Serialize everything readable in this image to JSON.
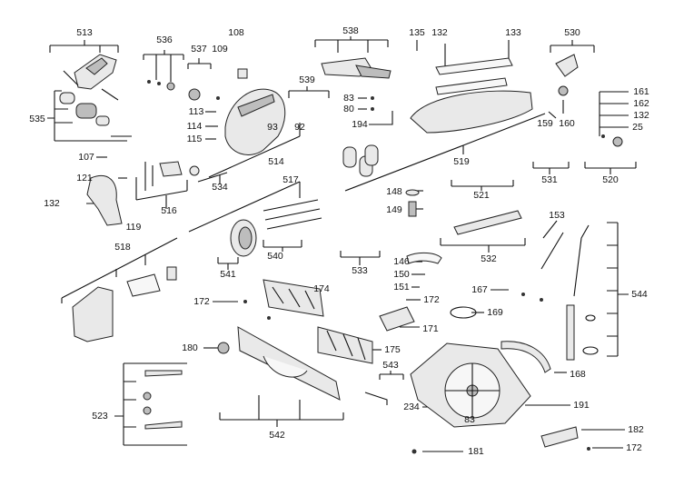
{
  "diagram": {
    "part_labels": {
      "p513": "513",
      "p536": "536",
      "p537": "537",
      "p108": "108",
      "p109": "109",
      "p538": "538",
      "p135": "135",
      "p132a": "132",
      "p133": "133",
      "p530": "530",
      "p535": "535",
      "p113": "113",
      "p539": "539",
      "p83a": "83",
      "p80": "80",
      "p114": "114",
      "p93": "93",
      "p92": "92",
      "p194": "194",
      "p115": "115",
      "p159": "159",
      "p160": "160",
      "p161": "161",
      "p162": "162",
      "p132b": "132",
      "p25": "25",
      "p107": "107",
      "p514": "514",
      "p519": "519",
      "p121": "121",
      "p517": "517",
      "p534": "534",
      "p531": "531",
      "p520": "520",
      "p521": "521",
      "p132c": "132",
      "p516": "516",
      "p148": "148",
      "p119": "119",
      "p149": "149",
      "p153": "153",
      "p540": "540",
      "p518": "518",
      "p533": "533",
      "p532": "532",
      "p541": "541",
      "p146": "146",
      "p150": "150",
      "p174": "174",
      "p151": "151",
      "p167": "167",
      "p544": "544",
      "p172a": "172",
      "p172b": "172",
      "p169": "169",
      "p171": "171",
      "p180": "180",
      "p175": "175",
      "p168": "168",
      "p543": "543",
      "p523": "523",
      "p234": "234",
      "p191": "191",
      "p83b": "83",
      "p542": "542",
      "p182": "182",
      "p181": "181",
      "p172c": "172"
    }
  }
}
